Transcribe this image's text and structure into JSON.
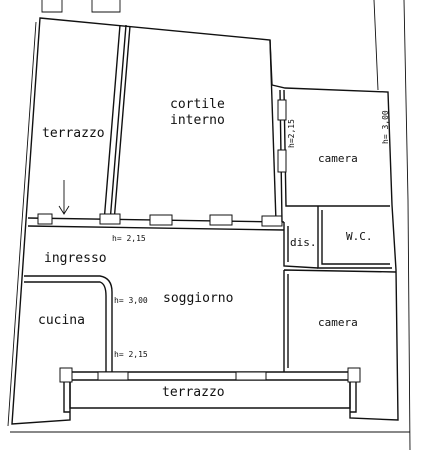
{
  "plan": {
    "rooms": {
      "terrazzo_top": "terrazzo",
      "cortile_line1": "cortile",
      "cortile_line2": "interno",
      "camera_top": "camera",
      "wc": "W.C.",
      "dis": "dis.",
      "ingresso": "ingresso",
      "soggiorno": "soggiorno",
      "cucina": "cucina",
      "camera_bottom": "camera",
      "terrazzo_bottom": "terrazzo"
    },
    "heights": {
      "h_cortile_side": "h=2,15",
      "h_camera_top": "h= 3,00",
      "h_ingresso": "h= 2,15",
      "h_soggiorno": "h= 3,00",
      "h_lower": "h= 2,15"
    }
  }
}
